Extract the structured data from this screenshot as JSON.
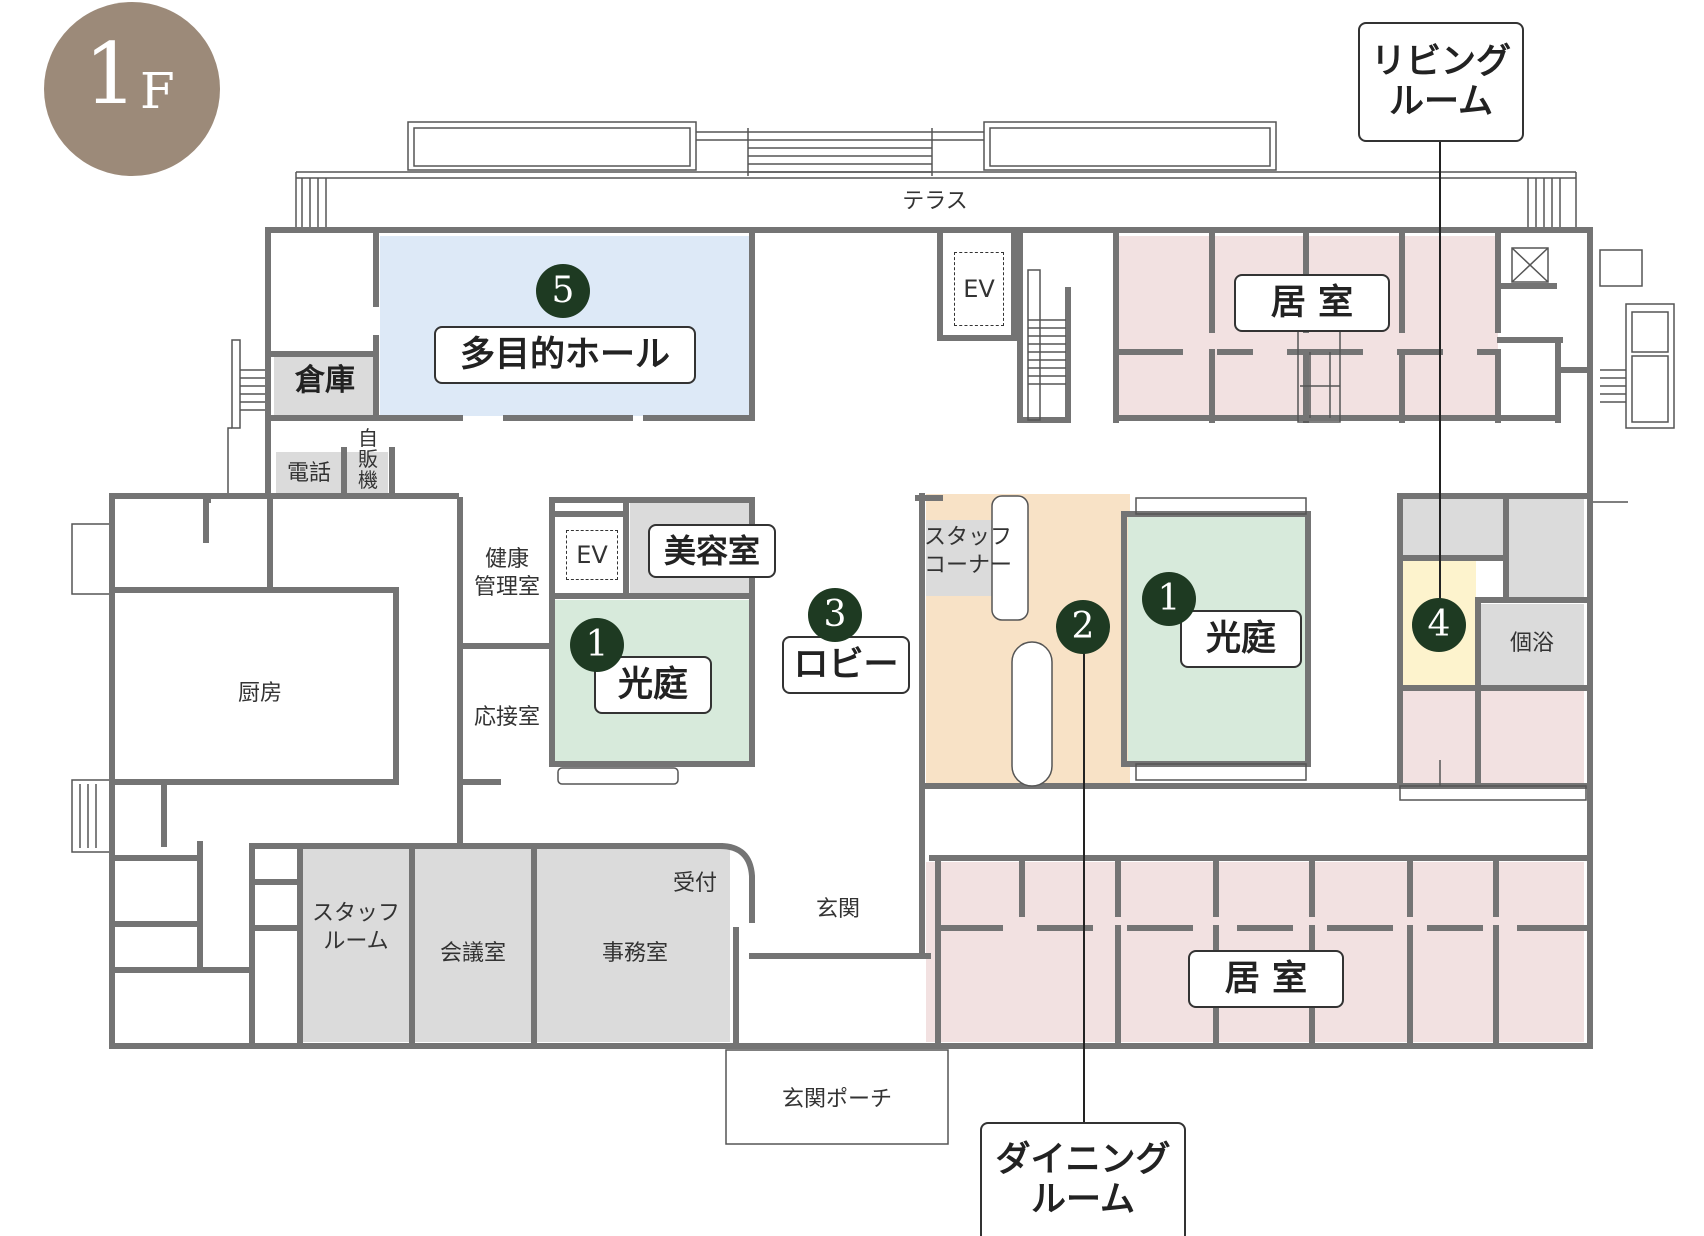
{
  "floor": {
    "number": "1",
    "unit": "F"
  },
  "rooms": {
    "terrace": "テラス",
    "storage": "倉庫",
    "phone": "電話",
    "vending": "自\n販\n機",
    "kitchen": "厨房",
    "health_room": "健康\n管理室",
    "reception_room": "応接室",
    "reception_desk": "受付",
    "entrance": "玄関",
    "entrance_porch": "玄関ポーチ",
    "staff_room": "スタッフ\nルーム",
    "meeting_room": "会議室",
    "office": "事務室",
    "staff_corner": "スタッフ\nコーナー",
    "private_bath": "個浴",
    "ev_top": "EV",
    "ev_left": "EV"
  },
  "areas": {
    "multipurpose_hall": "多目的ホール",
    "beauty_salon": "美容室",
    "light_court_left": "光庭",
    "light_court_right": "光庭",
    "lobby": "ロビー",
    "living_room_top": "居 室",
    "living_room_bottom": "居 室",
    "living_callout": "リビング\nルーム",
    "dining_callout": "ダイニング\nルーム"
  },
  "markers": [
    "5",
    "1",
    "3",
    "2",
    "1",
    "4"
  ],
  "colors": {
    "wall": "#747474",
    "hall": "#dde9f7",
    "court": "#d7eadb",
    "dining": "#f8e2c6",
    "living": "#fdf3cd",
    "residence": "#f2e1e1",
    "service": "#dbdbdb",
    "badge": "#9c8a79",
    "marker": "#1e3a22"
  }
}
